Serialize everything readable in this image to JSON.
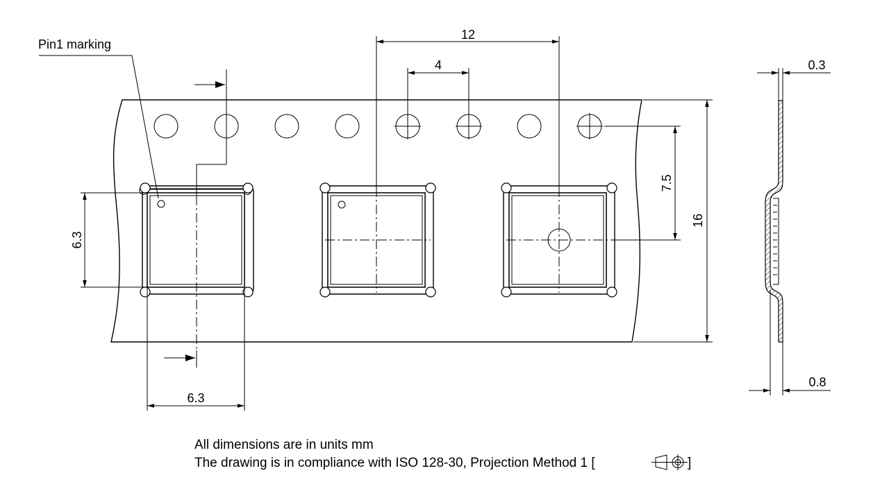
{
  "labels": {
    "pin1": "Pin1 marking",
    "pitch_pocket": "12",
    "pitch_sprocket": "4",
    "tape_width": "16",
    "sprocket_to_center": "7.5",
    "pocket_height": "6.3",
    "pocket_width": "6.3",
    "tape_thickness": "0.3",
    "pocket_depth": "0.8"
  },
  "notes": {
    "line1": "All dimensions are in units mm",
    "line2_prefix": "The drawing is in compliance with ISO 128-30, Projection Method 1 [",
    "line2_suffix": "]"
  }
}
